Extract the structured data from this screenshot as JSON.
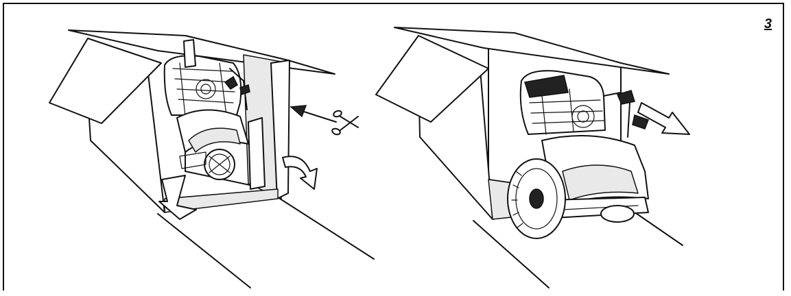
{
  "figure": {
    "step_number": "3",
    "panels": [
      {
        "name": "cut-carton-corners",
        "icons": [
          "scissors-icon",
          "cut-arrow-icon",
          "fold-down-arrow-icon",
          "fold-left-arrow-icon"
        ]
      },
      {
        "name": "roll-machine-out",
        "icons": [
          "pull-out-arrow-icon"
        ]
      }
    ]
  }
}
